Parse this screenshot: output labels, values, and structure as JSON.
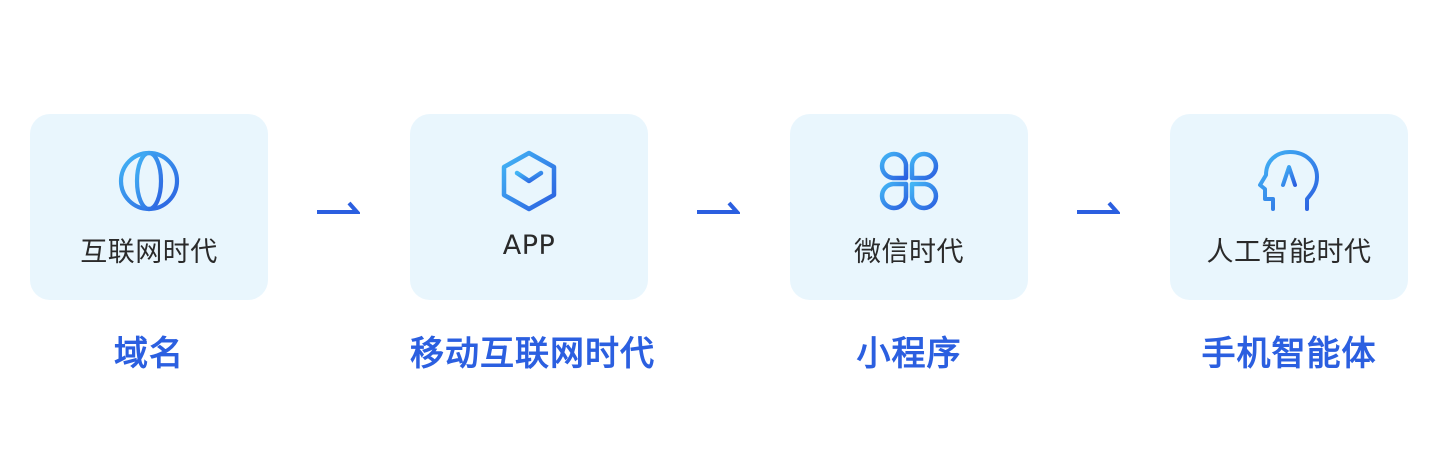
{
  "colors": {
    "card_bg": "#e9f6fd",
    "caption": "#2b5fe0",
    "arrow": "#2b5fe0",
    "icon_gradient_start": "#43b6f5",
    "icon_gradient_end": "#2b5fe0",
    "card_text": "#2a2a2a"
  },
  "steps": [
    {
      "icon": "globe-icon",
      "card_label": "互联网时代",
      "caption": "域名"
    },
    {
      "icon": "cube-icon",
      "card_label": "APP",
      "caption": "移动互联网时代"
    },
    {
      "icon": "clover-icon",
      "card_label": "微信时代",
      "caption": "小程序"
    },
    {
      "icon": "ai-head-icon",
      "card_label": "人工智能时代",
      "caption": "手机智能体"
    }
  ]
}
